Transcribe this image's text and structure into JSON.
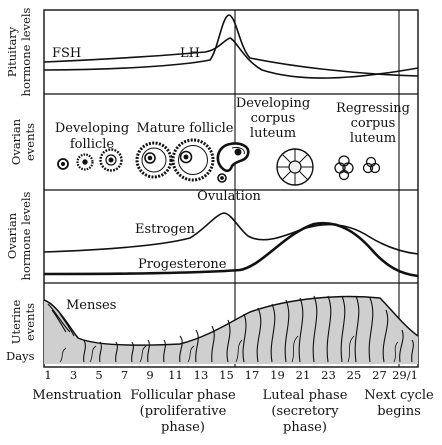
{
  "panels": {
    "pituitary": {
      "side_label_lines": [
        "Pituitary",
        "hormone levels"
      ],
      "curve_labels": {
        "fsh": "FSH",
        "lh": "LH"
      }
    },
    "ovarian_events": {
      "side_label_lines": [
        "Ovarian",
        "events"
      ],
      "stage_labels": {
        "developing_follicle": [
          "Developing",
          "follicle"
        ],
        "mature_follicle": "Mature follicle",
        "ovulation": "Ovulation",
        "developing_corpus_luteum": [
          "Developing",
          "corpus",
          "luteum"
        ],
        "regressing_corpus_luteum": [
          "Regressing",
          "corpus",
          "luteum"
        ]
      }
    },
    "ovarian_hormones": {
      "side_label_lines": [
        "Ovarian",
        "hormone levels"
      ],
      "curve_labels": {
        "estrogen": "Estrogen",
        "progesterone": "Progesterone"
      }
    },
    "uterine": {
      "side_label_lines": [
        "Uterine",
        "events"
      ],
      "menses_label": "Menses"
    }
  },
  "days_axis": {
    "label": "Days",
    "ticks": [
      "1",
      "3",
      "5",
      "7",
      "9",
      "11",
      "13",
      "15",
      "17",
      "19",
      "21",
      "23",
      "25",
      "27",
      "29/1"
    ]
  },
  "phases": {
    "menstruation": "Menstruation",
    "follicular": [
      "Follicular phase",
      "(proliferative",
      "phase)"
    ],
    "luteal": [
      "Luteal phase",
      "(secretory",
      "phase)"
    ],
    "next_cycle": [
      "Next cycle",
      "begins"
    ]
  },
  "colors": {
    "ink": "#111111",
    "stripe": "#cccccc",
    "background": "#ffffff"
  }
}
